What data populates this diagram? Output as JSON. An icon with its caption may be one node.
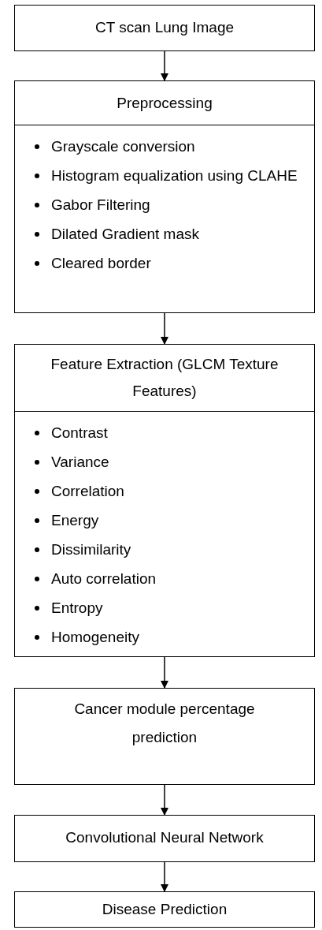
{
  "diagram": {
    "nodes": [
      {
        "text": [
          "CT scan Lung Image"
        ]
      },
      {
        "text": [
          "Preprocessing",
          "Grayscale conversion",
          "Histogram equalization using CLAHE",
          "Gabor Filtering",
          "Dilated Gradient mask",
          "Cleared border"
        ]
      },
      {
        "text": [
          "Feature Extraction (GLCM Texture Features)",
          "Contrast",
          "Variance",
          "Correlation",
          "Energy",
          "Dissimilarity",
          "Auto correlation",
          "Entropy",
          "Homogeneity"
        ]
      },
      {
        "text": [
          "Cancer module percentage prediction"
        ]
      },
      {
        "text": [
          "Convolutional Neural Network"
        ]
      },
      {
        "text": [
          "Disease Prediction"
        ]
      }
    ],
    "edges": [
      {
        "from": 0,
        "to": 1,
        "arrow": "to"
      },
      {
        "from": 1,
        "to": 2,
        "arrow": "to"
      },
      {
        "from": 2,
        "to": 3,
        "arrow": "to"
      },
      {
        "from": 3,
        "to": 4,
        "arrow": "to"
      },
      {
        "from": 4,
        "to": 5,
        "arrow": "to"
      }
    ]
  }
}
